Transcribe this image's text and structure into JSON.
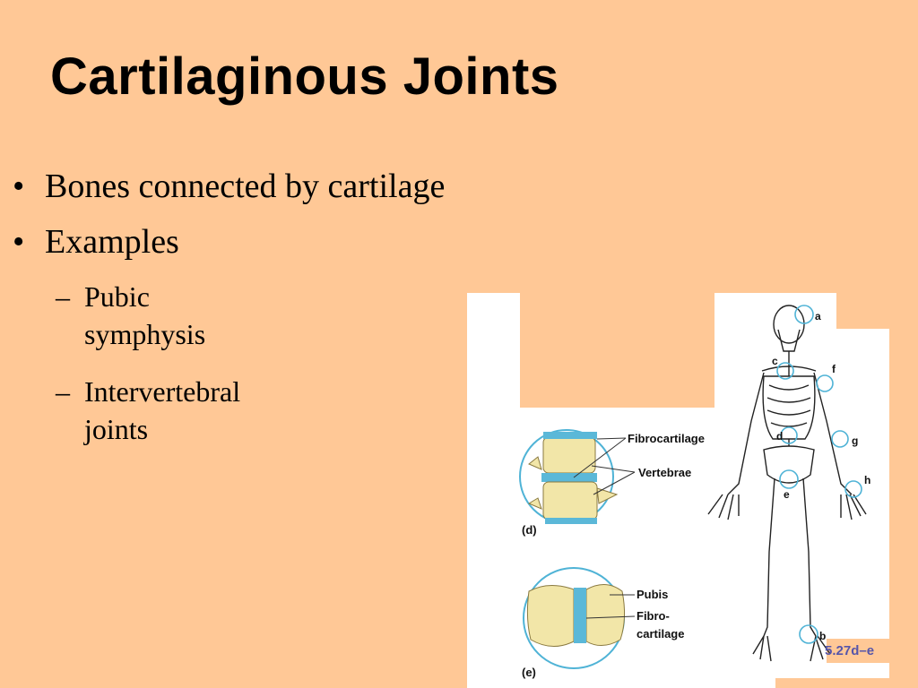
{
  "slide": {
    "title": "Cartilaginous Joints",
    "bullets": [
      {
        "text": "Bones connected by cartilage"
      },
      {
        "text": "Examples"
      }
    ],
    "sub_bullets": [
      {
        "line1": "Pubic",
        "line2": "symphysis"
      },
      {
        "line1": "Intervertebral",
        "line2": "joints"
      }
    ]
  },
  "figure": {
    "label_fibrocartilage": "Fibrocartilage",
    "label_vertebrae": "Vertebrae",
    "label_pubis": "Pubis",
    "label_fibro": "Fibro-",
    "label_cartilage": "cartilage",
    "panel_d": "(d)",
    "panel_e": "(e)",
    "joint_letters": [
      "a",
      "b",
      "c",
      "d",
      "e",
      "f",
      "g",
      "h"
    ],
    "figure_code": "5.27d–e",
    "colors": {
      "cartilage": "#5BB8D8",
      "bone": "#F2E6A8",
      "circle": "#4FB3D6"
    }
  }
}
